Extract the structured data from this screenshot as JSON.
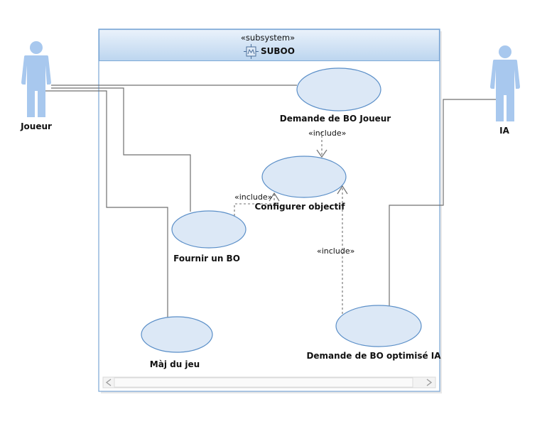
{
  "subsystem": {
    "stereotype": "«subsystem»",
    "name": "SUBOO"
  },
  "actors": {
    "joueur": "Joueur",
    "ia": "IA"
  },
  "use_cases": {
    "demande_bo_joueur": "Demande de BO Joueur",
    "configurer_objectif": "Configurer objectif",
    "fournir_bo": "Fournir un BO",
    "maj_jeu": "Màj du jeu",
    "demande_bo_ia": "Demande de BO optimisé IA"
  },
  "relations": {
    "include_label": "«include»"
  },
  "colors": {
    "actor_fill": "#a8c8ee",
    "usecase_fill": "#dce8f6",
    "usecase_stroke": "#5b8fc8",
    "frame_stroke": "#7aa7d6",
    "header_fill": "#cfe1f5",
    "line": "#707070"
  }
}
